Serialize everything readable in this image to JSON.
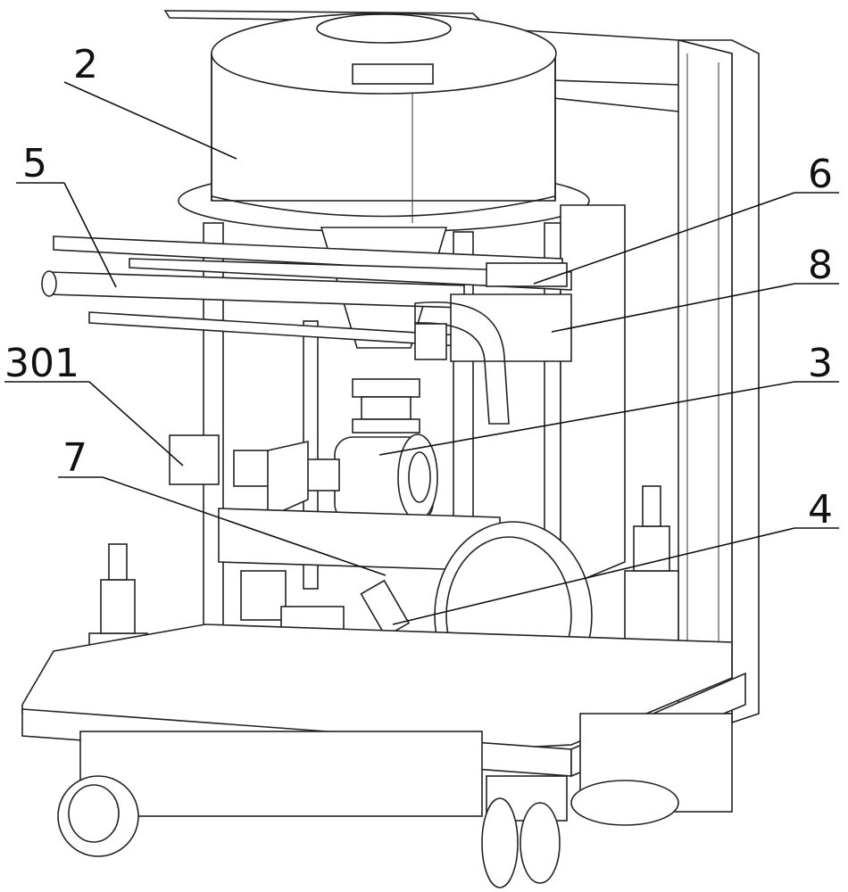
{
  "figure": {
    "labels": [
      {
        "id": "2"
      },
      {
        "id": "5"
      },
      {
        "id": "6"
      },
      {
        "id": "8"
      },
      {
        "id": "301"
      },
      {
        "id": "3"
      },
      {
        "id": "7"
      },
      {
        "id": "4"
      }
    ]
  }
}
